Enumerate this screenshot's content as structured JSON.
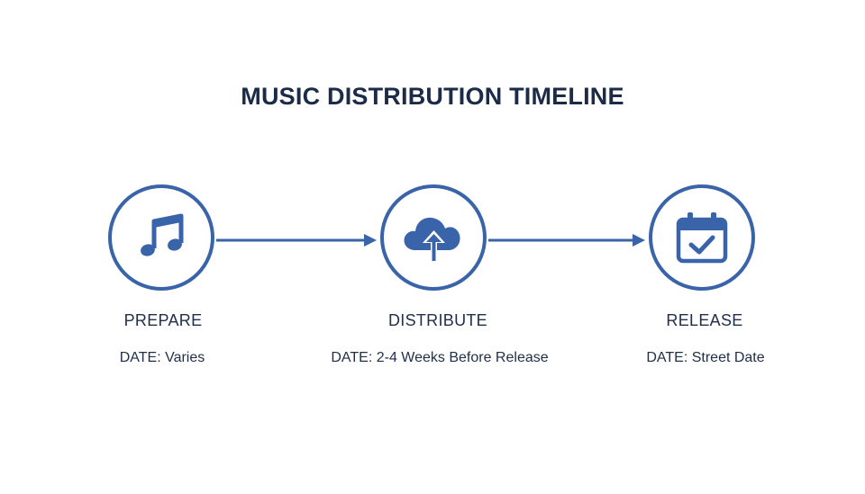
{
  "title": "MUSIC DISTRIBUTION TIMELINE",
  "colors": {
    "accent": "#3a64aa",
    "text": "#1b2b48",
    "background": "#ffffff"
  },
  "steps": [
    {
      "label": "PREPARE",
      "date": "DATE: Varies",
      "icon": "music-note-icon"
    },
    {
      "label": "DISTRIBUTE",
      "date": "DATE: 2-4 Weeks Before Release",
      "icon": "cloud-upload-icon"
    },
    {
      "label": "RELEASE",
      "date": "DATE: Street Date",
      "icon": "calendar-check-icon"
    }
  ]
}
